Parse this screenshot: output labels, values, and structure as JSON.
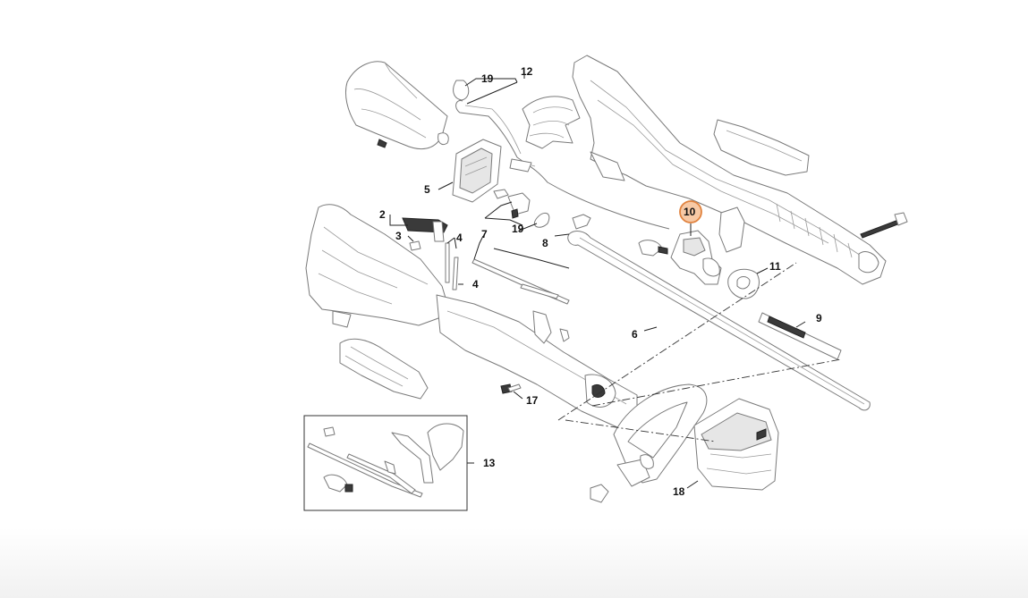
{
  "callouts": {
    "p2": "2",
    "p3": "3",
    "p4a": "4",
    "p4b": "4",
    "p5": "5",
    "p6": "6",
    "p7": "7",
    "p8": "8",
    "p9": "9",
    "p10": "10",
    "p11": "11",
    "p12": "12",
    "p13": "13",
    "p17": "17",
    "p18": "18",
    "p19a": "19",
    "p19b": "19"
  },
  "highlight": {
    "part": "10",
    "fill": "#f7c9a5",
    "stroke": "#e0823e"
  }
}
